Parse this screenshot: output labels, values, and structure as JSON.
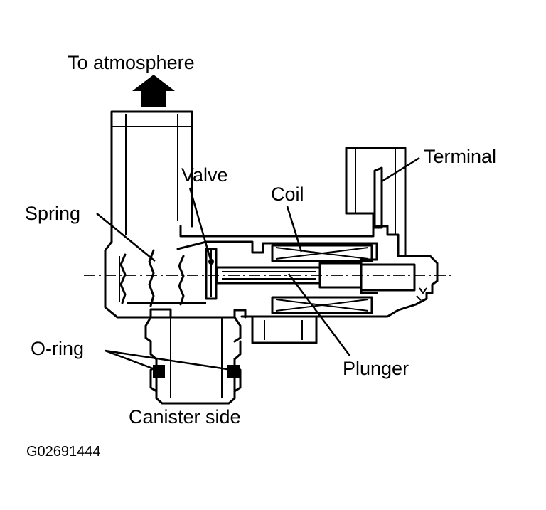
{
  "labels": {
    "to_atmosphere": "To atmosphere",
    "valve": "Valve",
    "terminal": "Terminal",
    "coil": "Coil",
    "spring": "Spring",
    "o_ring": "O-ring",
    "plunger": "Plunger",
    "canister_side": "Canister side"
  },
  "figure_code": "G02691444",
  "colors": {
    "line": "#000000",
    "background": "#ffffff"
  }
}
